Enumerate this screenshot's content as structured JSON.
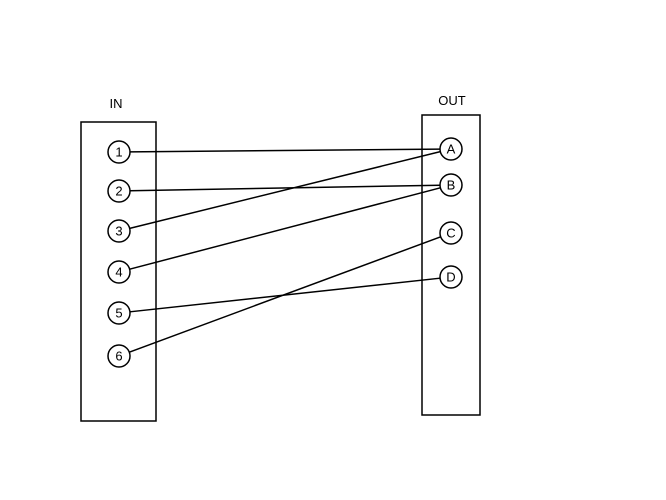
{
  "panels": {
    "input": {
      "title": "IN",
      "pins": [
        "1",
        "2",
        "3",
        "4",
        "5",
        "6"
      ]
    },
    "output": {
      "title": "OUT",
      "pins": [
        "A",
        "B",
        "C",
        "D"
      ]
    }
  },
  "connections": [
    {
      "from": "1",
      "to": "A"
    },
    {
      "from": "2",
      "to": "B"
    },
    {
      "from": "3",
      "to": "A"
    },
    {
      "from": "4",
      "to": "B"
    },
    {
      "from": "5",
      "to": "D"
    },
    {
      "from": "6",
      "to": "C"
    }
  ],
  "colors": {
    "stroke": "#000000",
    "background": "#ffffff"
  }
}
